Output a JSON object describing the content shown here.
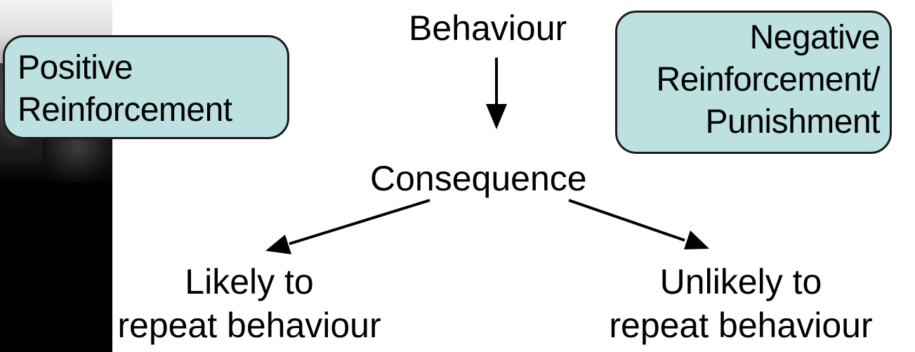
{
  "boxes": {
    "positive": "Positive\nReinforcement",
    "negative": "Negative\nReinforcement/\nPunishment"
  },
  "nodes": {
    "behaviour": "Behaviour",
    "consequence": "Consequence",
    "likely": "Likely to\nrepeat behaviour",
    "unlikely": "Unlikely to\nrepeat behaviour"
  },
  "colors": {
    "box_fill": "#bde0e1",
    "box_border": "#1a1a1a",
    "arrow": "#000000"
  }
}
